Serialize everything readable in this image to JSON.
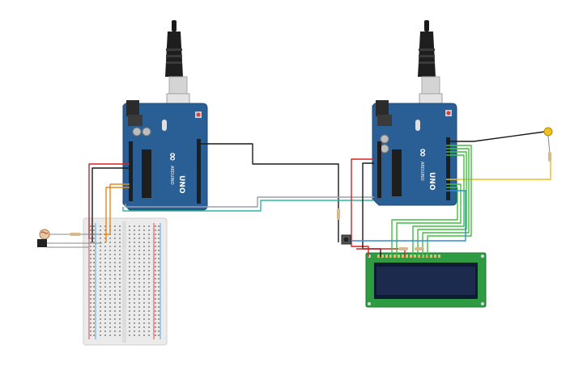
{
  "boards": [
    {
      "label": "UNO",
      "brand": "ARDUINO",
      "logo": "∞"
    },
    {
      "label": "UNO",
      "brand": "ARDUINO",
      "logo": "∞"
    }
  ],
  "colors": {
    "board": "#2a5f96",
    "board_edge": "#1d4775",
    "header": "#1e1e1e",
    "usb_metal": "#cfcfcf",
    "breadboard": "#ecebeb",
    "lcd_pcb": "#2e9b43",
    "lcd_screen": "#1b2a4d",
    "wire_black": "#1a1a1a",
    "wire_red": "#d62222",
    "wire_green": "#3fbf3f",
    "wire_blue": "#2d8fd6",
    "wire_yellow": "#e6c21a",
    "wire_orange": "#e08a1e",
    "wire_teal": "#2fb5a5",
    "led": "#f0c020"
  },
  "components": {
    "photoresistor": "ldr-icon",
    "temperature_sensor": "sensor-icon",
    "pushbutton": "button-icon",
    "led": "led-icon",
    "resistor": "resistor-icon",
    "lcd": "lcd-16x2-icon"
  }
}
